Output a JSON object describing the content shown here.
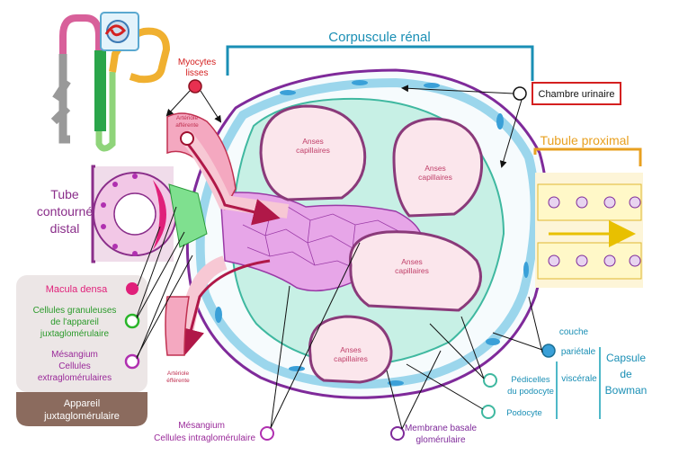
{
  "title": "Corpuscule rénal",
  "labels": {
    "myocytes": [
      "Myocytes",
      "lisses"
    ],
    "arteriole_afferente": [
      "Artériole",
      "afférente"
    ],
    "arteriole_efferente": [
      "Artériole",
      "éfférente"
    ],
    "chambre_urinaire": "Chambre urinaire",
    "tubule_proximal": "Tubule proximal",
    "tube_distal": [
      "Tube",
      "contourné",
      "distal"
    ],
    "anses": [
      "Anses",
      "capillaires"
    ],
    "macula_densa": "Macula densa",
    "cellules_granuleuses": [
      "Cellules granuleuses",
      "de l'appareil",
      "juxtaglomérulaire"
    ],
    "mesangium_extra": [
      "Mésangium",
      "Cellules",
      "extraglomérulaires"
    ],
    "appareil": [
      "Appareil",
      "juxtaglomérulaire"
    ],
    "mesangium_intra": [
      "Mésangium",
      "Cellules intraglomérulaire"
    ],
    "membrane_basale": [
      "Membrane basale",
      "glomérulaire"
    ],
    "podocyte": "Podocyte",
    "pedicelles": [
      "Pédicelles",
      "du podocyte"
    ],
    "couche": "couche",
    "parietale": "pariétale",
    "viscerale": "viscérale",
    "capsule": [
      "Capsule",
      "de",
      "Bowman"
    ]
  },
  "colors": {
    "title_blue": "#1a8fb5",
    "myocytes_red": "#d42020",
    "tube_purple": "#8a2e8a",
    "tubule_orange": "#e8a020",
    "cyan_text": "#1a8fb5",
    "anses_text": "#c0406a",
    "green_dot": "#2ab52a",
    "macula_pink": "#e0207a",
    "mesangium_purple": "#b030b0",
    "box_bg": "#ece6e6",
    "appareil_bg": "#8b6b5e"
  }
}
